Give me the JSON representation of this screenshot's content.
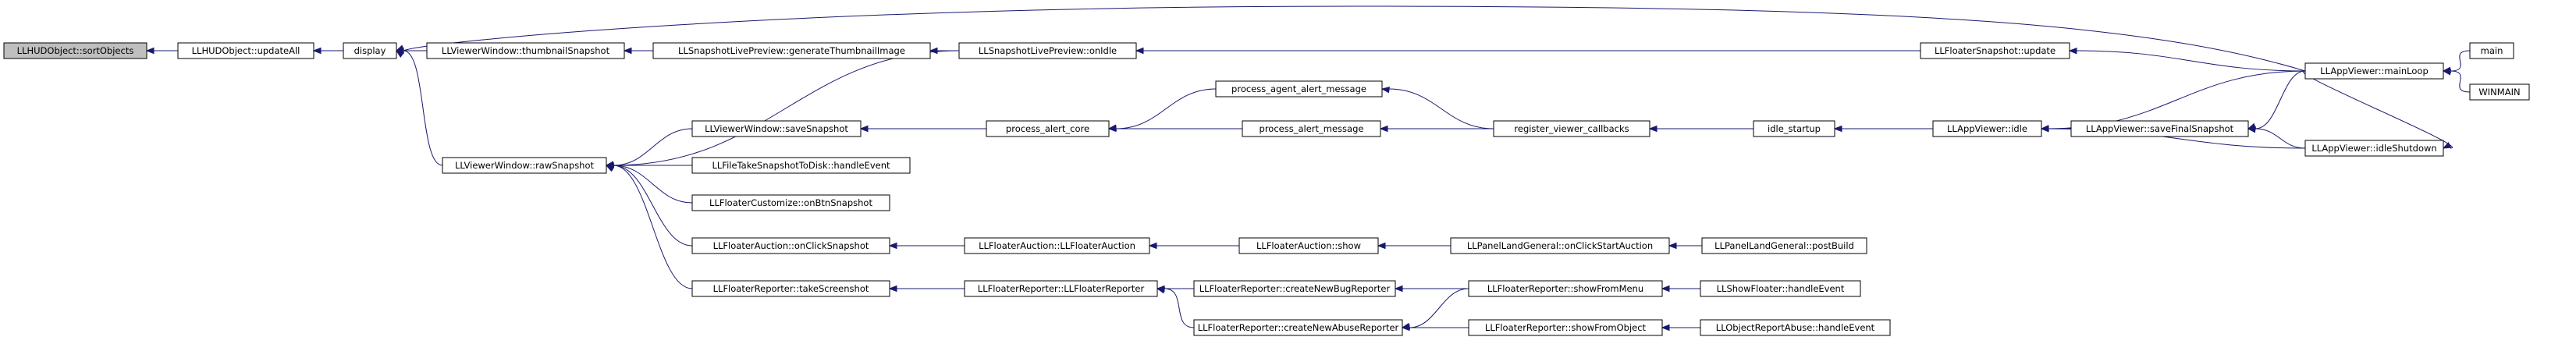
{
  "nodes": [
    {
      "id": "sortObjects",
      "label": "LLHUDObject::sortObjects",
      "root": true
    },
    {
      "id": "updateAll",
      "label": "LLHUDObject::updateAll"
    },
    {
      "id": "display",
      "label": "display"
    },
    {
      "id": "thumbnailSnapshot",
      "label": "LLViewerWindow::thumbnailSnapshot"
    },
    {
      "id": "rawSnapshot",
      "label": "LLViewerWindow::rawSnapshot"
    },
    {
      "id": "genThumb",
      "label": "LLSnapshotLivePreview::generateThumbnailImage"
    },
    {
      "id": "onIdle",
      "label": "LLSnapshotLivePreview::onIdle"
    },
    {
      "id": "saveSnapshot",
      "label": "LLViewerWindow::saveSnapshot"
    },
    {
      "id": "fileTake",
      "label": "LLFileTakeSnapshotToDisk::handleEvent"
    },
    {
      "id": "customize",
      "label": "LLFloaterCustomize::onBtnSnapshot"
    },
    {
      "id": "auctionClick",
      "label": "LLFloaterAuction::onClickSnapshot"
    },
    {
      "id": "takeScreenshot",
      "label": "LLFloaterReporter::takeScreenshot"
    },
    {
      "id": "alertCore",
      "label": "process_alert_core"
    },
    {
      "id": "agentAlert",
      "label": "process_agent_alert_message"
    },
    {
      "id": "alertMsg",
      "label": "process_alert_message"
    },
    {
      "id": "registerCb",
      "label": "register_viewer_callbacks"
    },
    {
      "id": "idleStartup",
      "label": "idle_startup"
    },
    {
      "id": "appIdle",
      "label": "LLAppViewer::idle"
    },
    {
      "id": "saveFinal",
      "label": "LLAppViewer::saveFinalSnapshot"
    },
    {
      "id": "idleShutdown",
      "label": "LLAppViewer::idleShutdown"
    },
    {
      "id": "snapUpdate",
      "label": "LLFloaterSnapshot::update"
    },
    {
      "id": "mainLoop",
      "label": "LLAppViewer::mainLoop"
    },
    {
      "id": "main",
      "label": "main"
    },
    {
      "id": "winmain",
      "label": "WINMAIN"
    },
    {
      "id": "auctionCtor",
      "label": "LLFloaterAuction::LLFloaterAuction"
    },
    {
      "id": "auctionShow",
      "label": "LLFloaterAuction::show"
    },
    {
      "id": "landStart",
      "label": "LLPanelLandGeneral::onClickStartAuction"
    },
    {
      "id": "landPost",
      "label": "LLPanelLandGeneral::postBuild"
    },
    {
      "id": "reporterCtor",
      "label": "LLFloaterReporter::LLFloaterReporter"
    },
    {
      "id": "newBug",
      "label": "LLFloaterReporter::createNewBugReporter"
    },
    {
      "id": "newAbuse",
      "label": "LLFloaterReporter::createNewAbuseReporter"
    },
    {
      "id": "showFromMenu",
      "label": "LLFloaterReporter::showFromMenu"
    },
    {
      "id": "showFromObject",
      "label": "LLFloaterReporter::showFromObject"
    },
    {
      "id": "showFloater",
      "label": "LLShowFloater::handleEvent"
    },
    {
      "id": "objReport",
      "label": "LLObjectReportAbuse::handleEvent"
    }
  ],
  "edges": [
    [
      "updateAll",
      "sortObjects"
    ],
    [
      "display",
      "updateAll"
    ],
    [
      "thumbnailSnapshot",
      "display"
    ],
    [
      "rawSnapshot",
      "display"
    ],
    [
      "mainLoop",
      "display"
    ],
    [
      "genThumb",
      "thumbnailSnapshot"
    ],
    [
      "onIdle",
      "genThumb"
    ],
    [
      "snapUpdate",
      "onIdle"
    ],
    [
      "mainLoop",
      "snapUpdate"
    ],
    [
      "onIdle",
      "rawSnapshot"
    ],
    [
      "saveSnapshot",
      "rawSnapshot"
    ],
    [
      "fileTake",
      "rawSnapshot"
    ],
    [
      "customize",
      "rawSnapshot"
    ],
    [
      "auctionClick",
      "rawSnapshot"
    ],
    [
      "takeScreenshot",
      "rawSnapshot"
    ],
    [
      "alertCore",
      "saveSnapshot"
    ],
    [
      "saveFinal",
      "saveSnapshot"
    ],
    [
      "agentAlert",
      "alertCore"
    ],
    [
      "alertMsg",
      "alertCore"
    ],
    [
      "registerCb",
      "agentAlert"
    ],
    [
      "registerCb",
      "alertMsg"
    ],
    [
      "idleStartup",
      "registerCb"
    ],
    [
      "appIdle",
      "idleStartup"
    ],
    [
      "mainLoop",
      "appIdle"
    ],
    [
      "idleShutdown",
      "appIdle"
    ],
    [
      "mainLoop",
      "saveFinal"
    ],
    [
      "idleShutdown",
      "saveFinal"
    ],
    [
      "mainLoop",
      "idleShutdown"
    ],
    [
      "main",
      "mainLoop"
    ],
    [
      "winmain",
      "mainLoop"
    ],
    [
      "auctionCtor",
      "auctionClick"
    ],
    [
      "auctionShow",
      "auctionCtor"
    ],
    [
      "landStart",
      "auctionShow"
    ],
    [
      "landPost",
      "landStart"
    ],
    [
      "reporterCtor",
      "takeScreenshot"
    ],
    [
      "newBug",
      "reporterCtor"
    ],
    [
      "newAbuse",
      "reporterCtor"
    ],
    [
      "showFromMenu",
      "newBug"
    ],
    [
      "showFromMenu",
      "newAbuse"
    ],
    [
      "showFromObject",
      "newAbuse"
    ],
    [
      "showFloater",
      "showFromMenu"
    ],
    [
      "objReport",
      "showFromObject"
    ]
  ]
}
